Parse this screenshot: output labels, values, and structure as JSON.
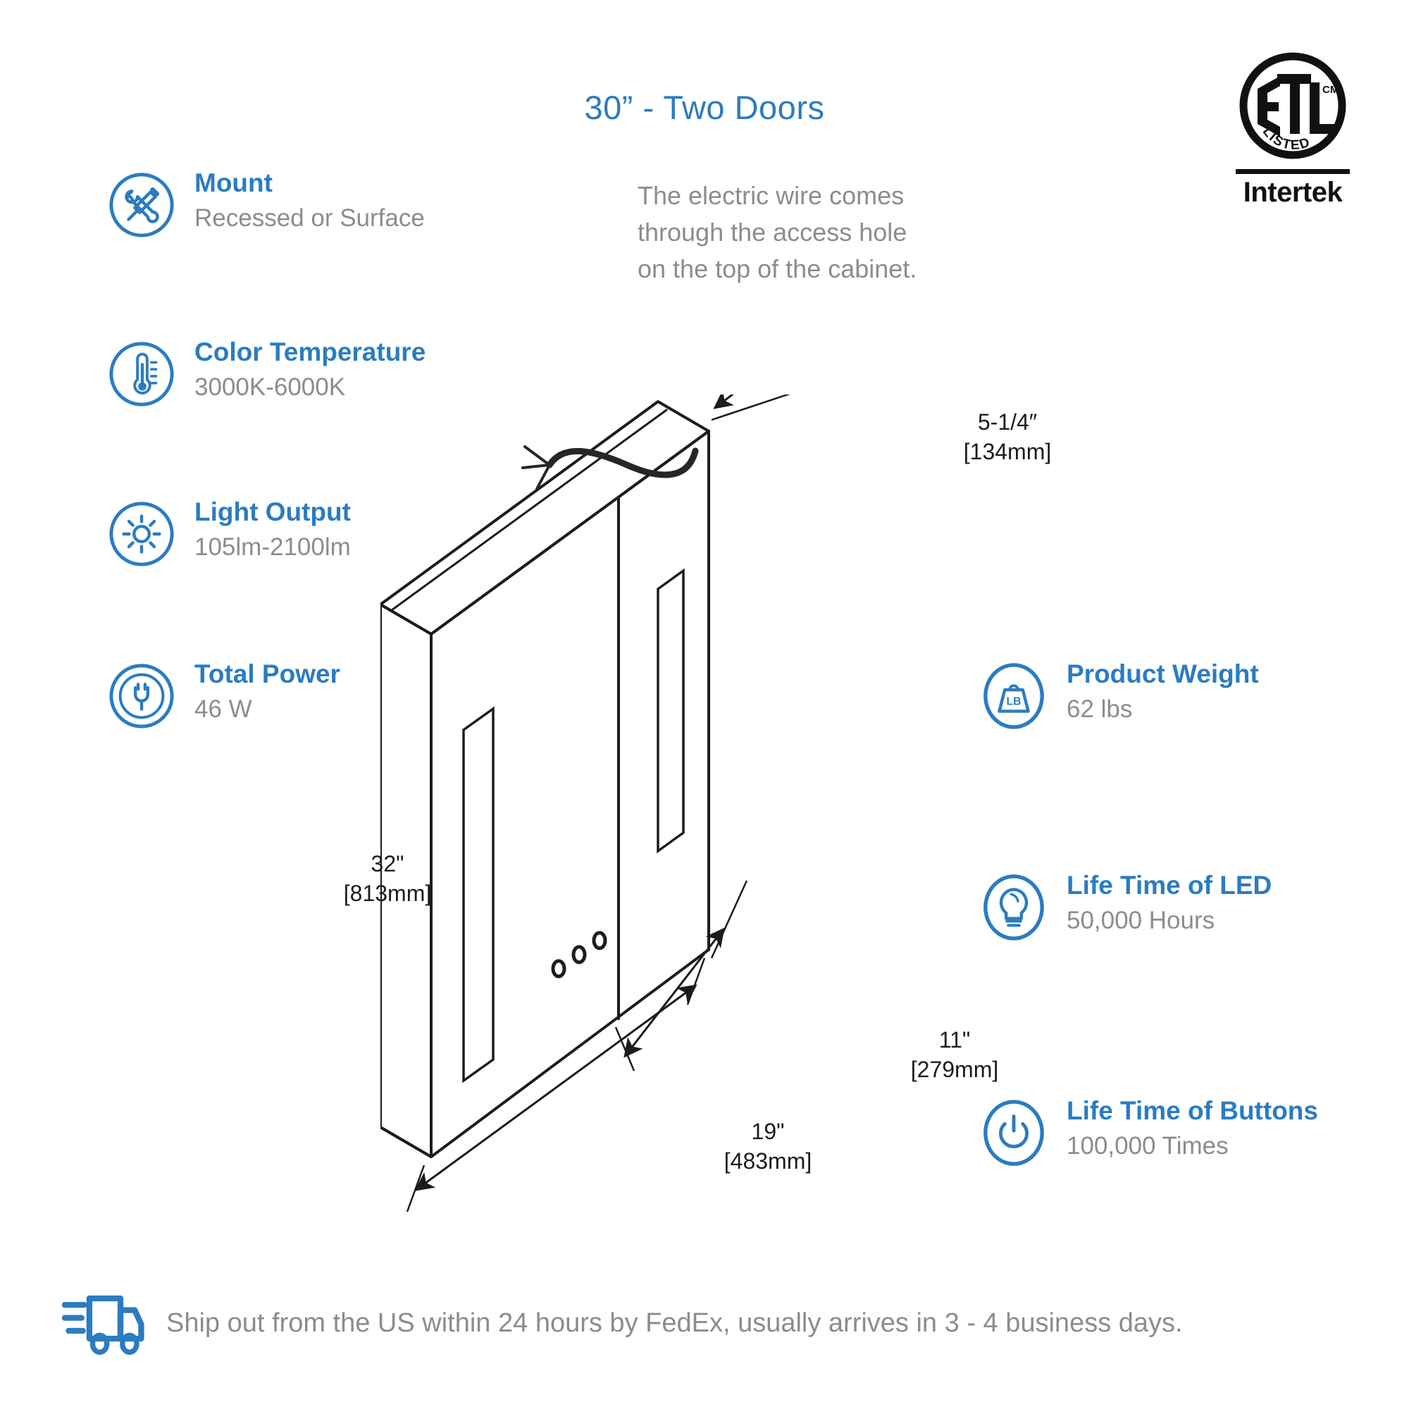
{
  "title": "30” - Two Doors",
  "certification": {
    "mark_text": "ETL",
    "mark_sub": "LISTED",
    "mark_super": "CM",
    "brand": "Intertek"
  },
  "wire_note": "The electric wire comes\nthrough the access hole\non the top of the cabinet.",
  "colors": {
    "accent_blue": "#2b7cc0",
    "value_gray": "#8c8c8c",
    "line_black": "#1c1c1c"
  },
  "features_left": [
    {
      "icon": "tools-icon",
      "title": "Mount",
      "value": "Recessed or Surface"
    },
    {
      "icon": "thermometer-icon",
      "title": "Color Temperature",
      "value": "3000K-6000K"
    },
    {
      "icon": "sun-icon",
      "title": "Light Output",
      "value": "105lm-2100lm"
    },
    {
      "icon": "plug-icon",
      "title": "Total Power",
      "value": "46 W"
    }
  ],
  "features_right": [
    {
      "icon": "weight-icon",
      "title": "Product Weight",
      "value": "62 lbs",
      "badge": "LB"
    },
    {
      "icon": "lightbulb-icon",
      "title": "Life Time of LED",
      "value": "50,000 Hours"
    },
    {
      "icon": "power-icon",
      "title": "Life Time of Buttons",
      "value": "100,000 Times"
    }
  ],
  "dimensions": {
    "depth": "5-1/4″\n[134mm]",
    "height": "32\"\n[813mm]",
    "width": "19\"\n[483mm]",
    "door": "11\"\n[279mm]"
  },
  "shipping": {
    "icon": "delivery-truck-icon",
    "text": "Ship out from the US within 24 hours by FedEx, usually arrives in 3 - 4 business days."
  }
}
